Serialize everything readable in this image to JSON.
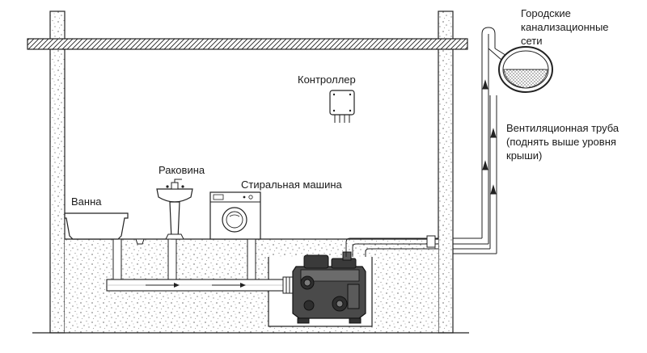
{
  "labels": {
    "controller": "Контроллер",
    "sink": "Раковина",
    "washing_machine": "Стиральная машина",
    "bath": "Ванна",
    "city_sewer": [
      "Городские",
      "канализационные",
      "сети"
    ],
    "vent_pipe": [
      "Вентиляционная труба",
      "(поднять выше уровня",
      "крыши)"
    ]
  },
  "colors": {
    "line": "#222222",
    "soil_dots": "#8c8c8c",
    "water": "#555555",
    "paper": "#ffffff"
  }
}
